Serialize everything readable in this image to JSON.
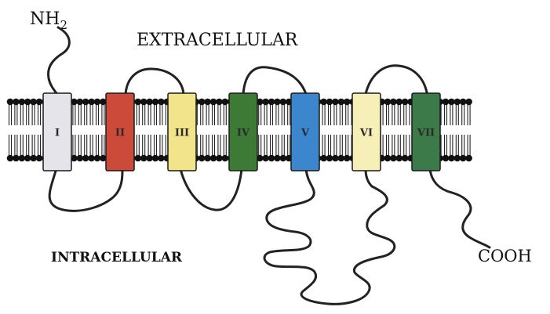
{
  "labels": {
    "n_terminus": "NH",
    "n_terminus_sub": "2",
    "extracellular": "EXTRACELLULAR",
    "intracellular": "INTRACELLULAR",
    "c_terminus": "COOH"
  },
  "helices": [
    {
      "label": "I",
      "color": "#e4e4ea"
    },
    {
      "label": "II",
      "color": "#cc4a3a"
    },
    {
      "label": "III",
      "color": "#f2e48a"
    },
    {
      "label": "IV",
      "color": "#3d7a36"
    },
    {
      "label": "V",
      "color": "#3b86cc"
    },
    {
      "label": "VI",
      "color": "#f6efb8"
    },
    {
      "label": "VII",
      "color": "#3d7a4a"
    }
  ],
  "colors": {
    "membrane_head": "#111111",
    "membrane_tail": "#222222",
    "loop_line": "#222222",
    "helix_outline": "#1a1a1a"
  }
}
